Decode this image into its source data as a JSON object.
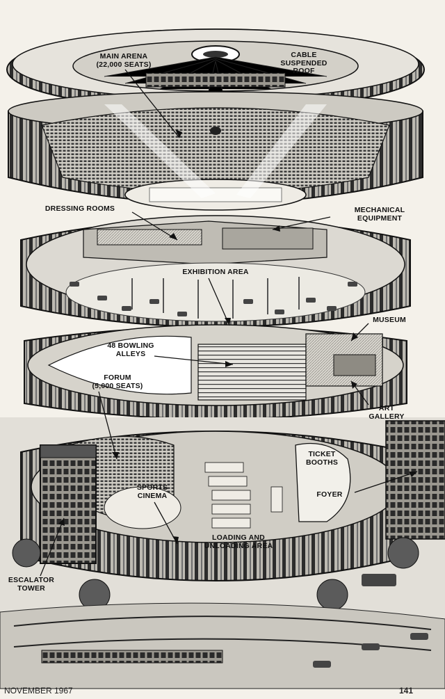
{
  "labels": {
    "main_arena": "MAIN ARENA\n(22,000 SEATS)",
    "cable_roof": "CABLE\nSUSPENDED\nROOF",
    "dressing_rooms": "DRESSING ROOMS",
    "mechanical_equipment": "MECHANICAL\nEQUIPMENT",
    "exhibition_area": "EXHIBITION AREA",
    "museum": "MUSEUM",
    "bowling_alleys": "48 BOWLING\nALLEYS",
    "forum": "FORUM\n(5,000 SEATS)",
    "art_gallery": "ART\nGALLERY",
    "ticket_booths": "TICKET\nBOOTHS",
    "foyer": "FOYER",
    "sports_cinema": "SPORTS\nCINEMA",
    "loading_area": "LOADING AND\nUNLOADING AREA",
    "escalator_tower": "ESCALATOR\nTOWER"
  },
  "footer": {
    "date": "NOVEMBER 1967",
    "page_number": "141"
  },
  "colors": {
    "paper": "#f4f1ea",
    "ink": "#111111",
    "mid_gray": "#8a8a8a",
    "light_gray": "#d8d6d0"
  }
}
